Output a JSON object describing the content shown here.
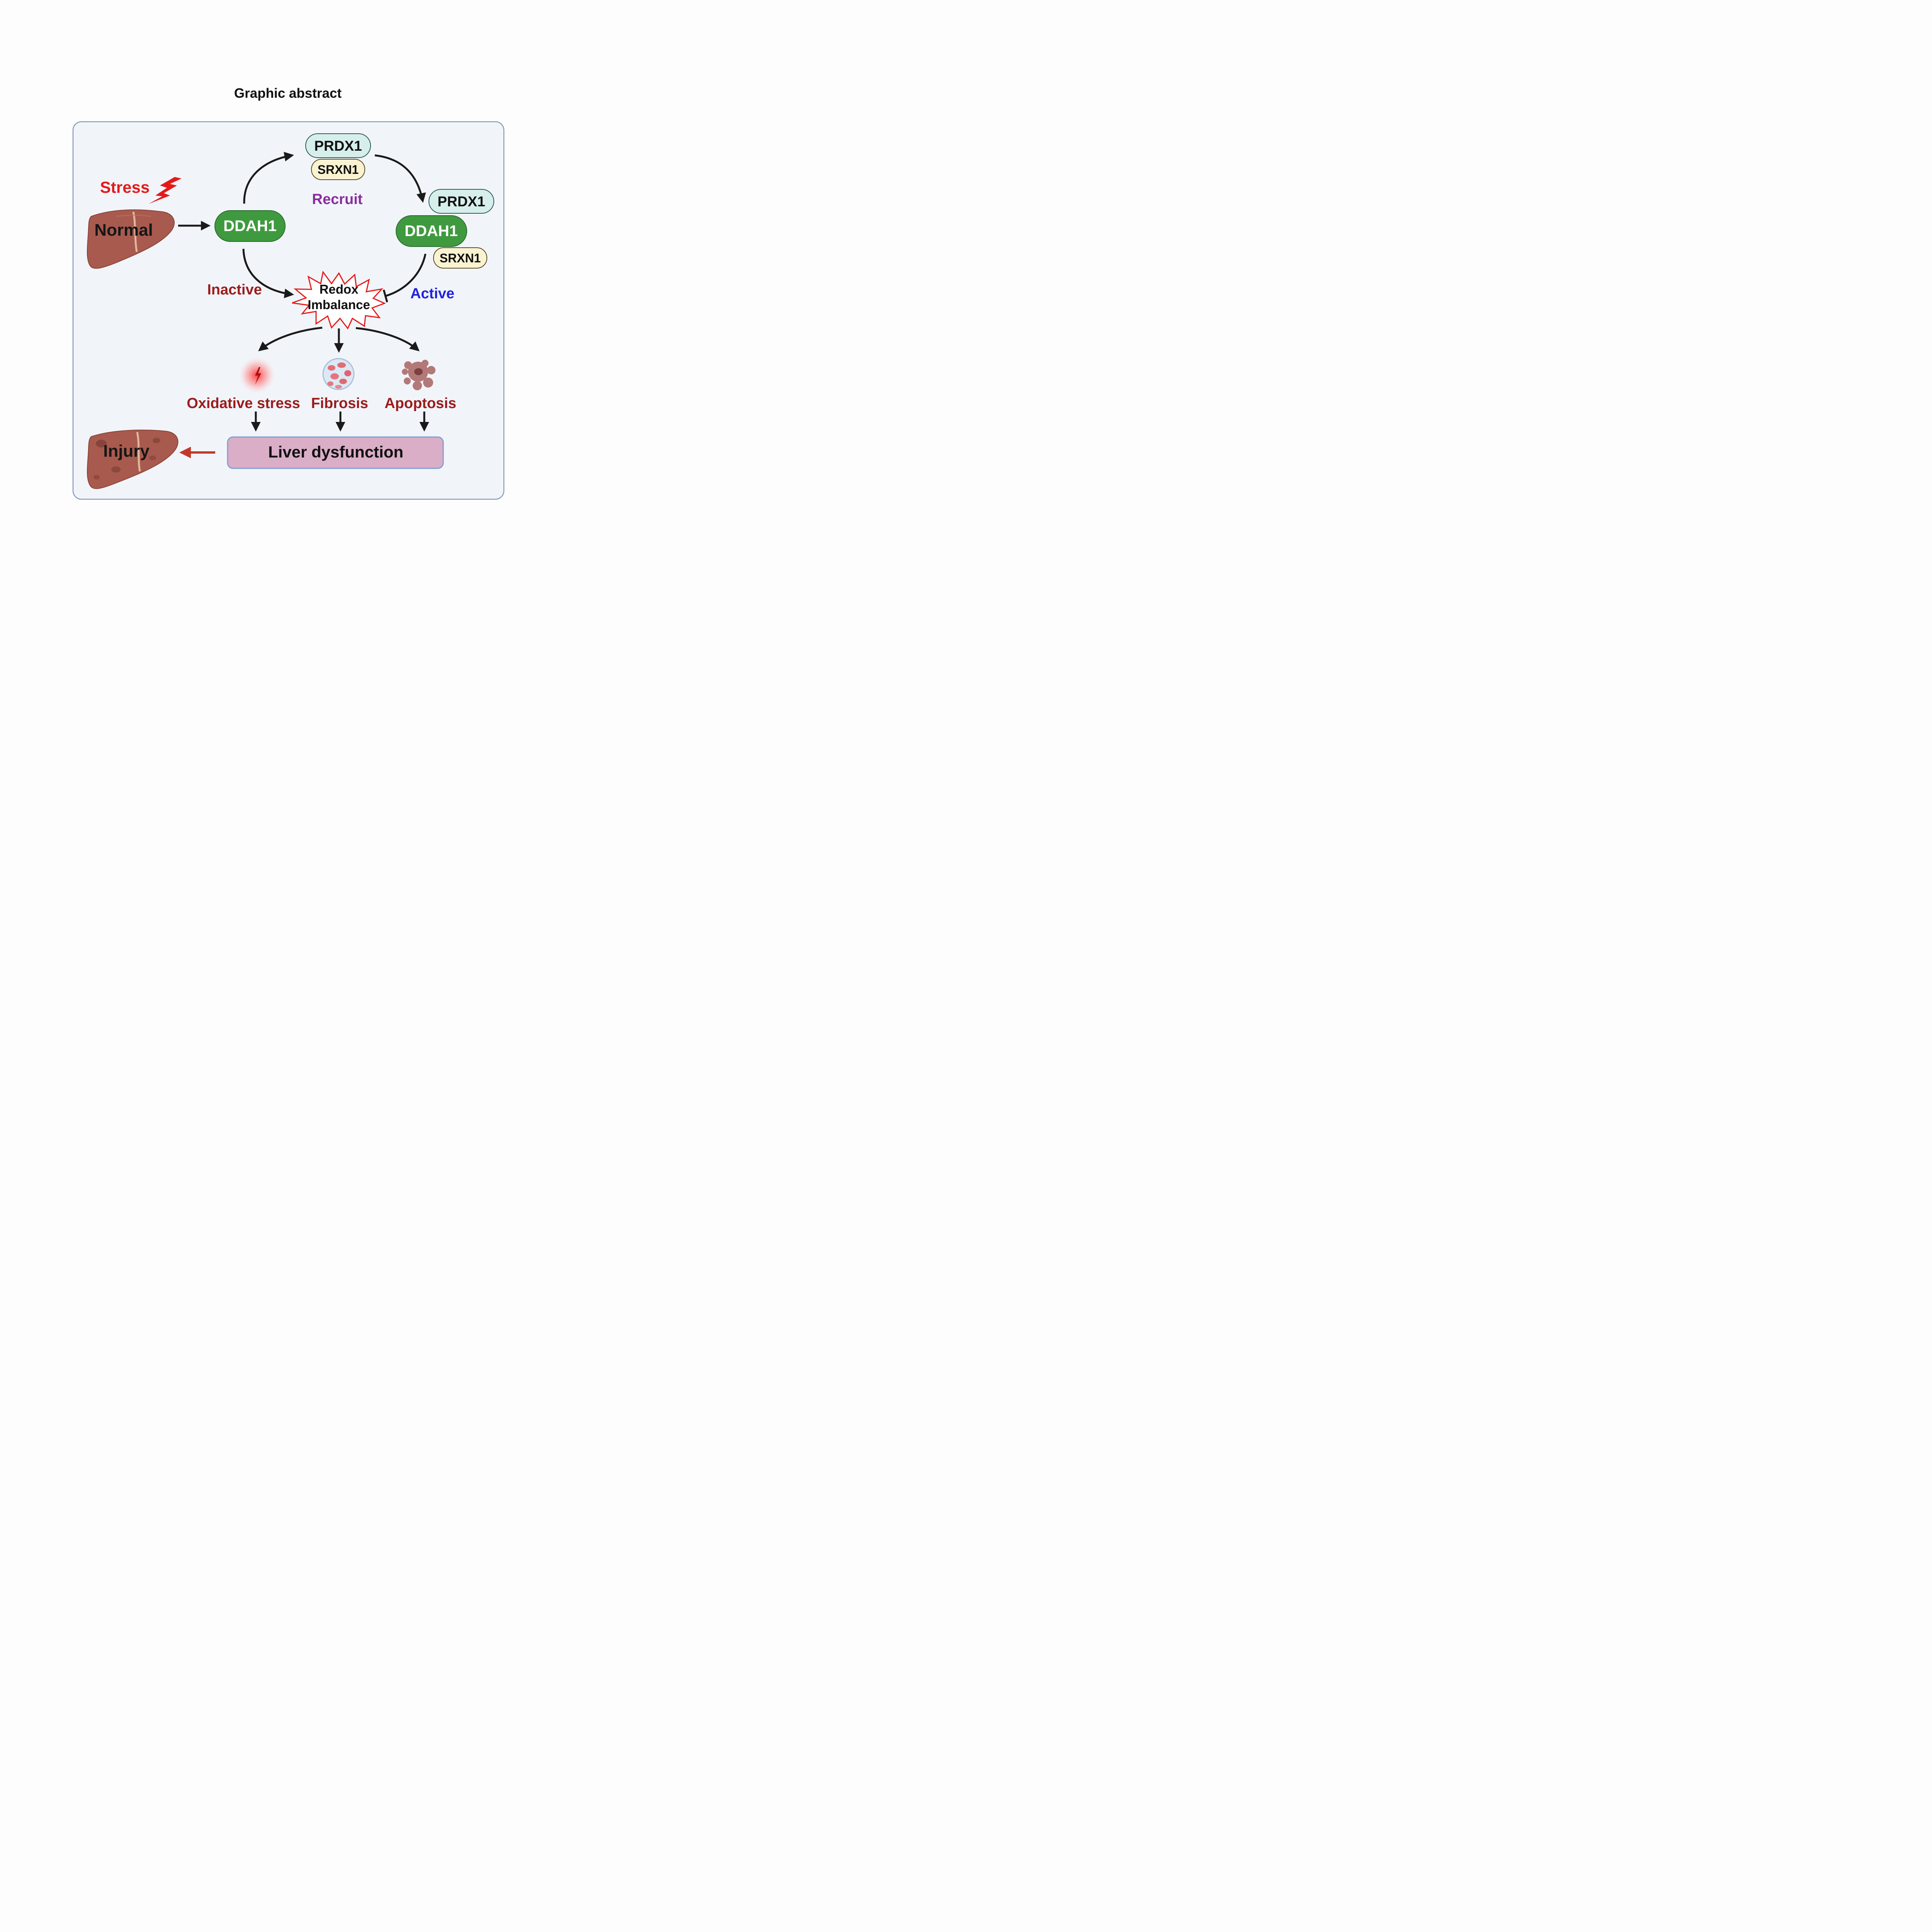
{
  "title": "Graphic abstract",
  "labels": {
    "stress": "Stress",
    "normal": "Normal",
    "recruit": "Recruit",
    "inactive": "Inactive",
    "active": "Active",
    "redox_line1": "Redox",
    "redox_line2": "Imbalance",
    "oxidative_stress": "Oxidative stress",
    "fibrosis": "Fibrosis",
    "apoptosis": "Apoptosis",
    "liver_dysfunction": "Liver dysfunction",
    "injury": "Injury"
  },
  "proteins": {
    "prdx1_top": "PRDX1",
    "srxn1_top": "SRXN1",
    "ddah1_left": "DDAH1",
    "prdx1_right": "PRDX1",
    "ddah1_right": "DDAH1",
    "srxn1_right": "SRXN1"
  },
  "colors": {
    "panel_bg": "#f1f5fa",
    "panel_border": "#8a9bb8",
    "ddah1": "#3f9a3f",
    "prdx1": "#d6efec",
    "srxn1": "#faf3d2",
    "stress_red": "#e41a1a",
    "outcome_red": "#9b1c1c",
    "recruit_purple": "#8b2c9e",
    "active_blue": "#2222dd",
    "dysfunction_fill": "#dbaec8",
    "dysfunction_border": "#7f9fd0",
    "liver": "#a85a4e"
  }
}
